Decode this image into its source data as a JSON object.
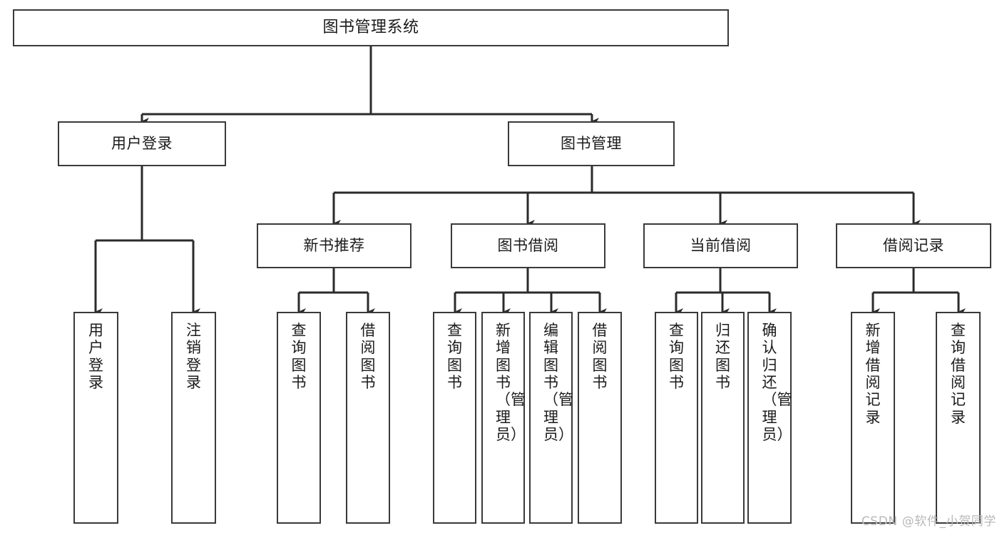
{
  "diagram": {
    "title": "图书管理系统",
    "type": "tree",
    "watermark": "CSDN @软件_小贺同学",
    "colors": {
      "background": "#ffffff",
      "node_fill": "#ffffff",
      "node_border": "#3a3a3a",
      "edge": "#2b2b2b",
      "text": "#1b1b1b",
      "watermark": "#b9b9b9"
    },
    "nodes": {
      "root": {
        "label": "图书管理系统",
        "level": 0,
        "orientation": "horizontal"
      },
      "user_login": {
        "label": "用户登录",
        "level": 1,
        "orientation": "horizontal"
      },
      "book_manage": {
        "label": "图书管理",
        "level": 1,
        "orientation": "horizontal"
      },
      "new_book_rec": {
        "label": "新书推荐",
        "level": 2,
        "orientation": "horizontal"
      },
      "book_borrow": {
        "label": "图书借阅",
        "level": 2,
        "orientation": "horizontal"
      },
      "current_borrow": {
        "label": "当前借阅",
        "level": 2,
        "orientation": "horizontal"
      },
      "borrow_record": {
        "label": "借阅记录",
        "level": 2,
        "orientation": "horizontal"
      },
      "leaf_user_login": {
        "label": "用户登录",
        "level": 2,
        "orientation": "vertical"
      },
      "leaf_logout": {
        "label": "注销登录",
        "level": 2,
        "orientation": "vertical"
      },
      "leaf_query_book_1": {
        "label": "查询图书",
        "level": 3,
        "orientation": "vertical"
      },
      "leaf_borrow_book_1": {
        "label": "借阅图书",
        "level": 3,
        "orientation": "vertical"
      },
      "leaf_query_book_2": {
        "label": "查询图书",
        "level": 3,
        "orientation": "vertical"
      },
      "leaf_add_book": {
        "label": "新增图书（管理员）",
        "level": 3,
        "orientation": "vertical"
      },
      "leaf_edit_book": {
        "label": "编辑图书（管理员）",
        "level": 3,
        "orientation": "vertical"
      },
      "leaf_borrow_book_2": {
        "label": "借阅图书",
        "level": 3,
        "orientation": "vertical"
      },
      "leaf_query_book_3": {
        "label": "查询图书",
        "level": 3,
        "orientation": "vertical"
      },
      "leaf_return_book": {
        "label": "归还图书",
        "level": 3,
        "orientation": "vertical"
      },
      "leaf_confirm_return": {
        "label": "确认归还（管理员）",
        "level": 3,
        "orientation": "vertical"
      },
      "leaf_add_record": {
        "label": "新增借阅记录",
        "level": 3,
        "orientation": "vertical"
      },
      "leaf_query_record": {
        "label": "查询借阅记录",
        "level": 3,
        "orientation": "vertical"
      }
    },
    "edges": [
      {
        "from": "root",
        "to": "user_login"
      },
      {
        "from": "root",
        "to": "book_manage"
      },
      {
        "from": "user_login",
        "to": "leaf_user_login"
      },
      {
        "from": "user_login",
        "to": "leaf_logout"
      },
      {
        "from": "book_manage",
        "to": "new_book_rec"
      },
      {
        "from": "book_manage",
        "to": "book_borrow"
      },
      {
        "from": "book_manage",
        "to": "current_borrow"
      },
      {
        "from": "book_manage",
        "to": "borrow_record"
      },
      {
        "from": "new_book_rec",
        "to": "leaf_query_book_1"
      },
      {
        "from": "new_book_rec",
        "to": "leaf_borrow_book_1"
      },
      {
        "from": "book_borrow",
        "to": "leaf_query_book_2"
      },
      {
        "from": "book_borrow",
        "to": "leaf_add_book"
      },
      {
        "from": "book_borrow",
        "to": "leaf_edit_book"
      },
      {
        "from": "book_borrow",
        "to": "leaf_borrow_book_2"
      },
      {
        "from": "current_borrow",
        "to": "leaf_query_book_3"
      },
      {
        "from": "current_borrow",
        "to": "leaf_return_book"
      },
      {
        "from": "current_borrow",
        "to": "leaf_confirm_return"
      },
      {
        "from": "borrow_record",
        "to": "leaf_add_record"
      },
      {
        "from": "borrow_record",
        "to": "leaf_query_record"
      }
    ]
  }
}
